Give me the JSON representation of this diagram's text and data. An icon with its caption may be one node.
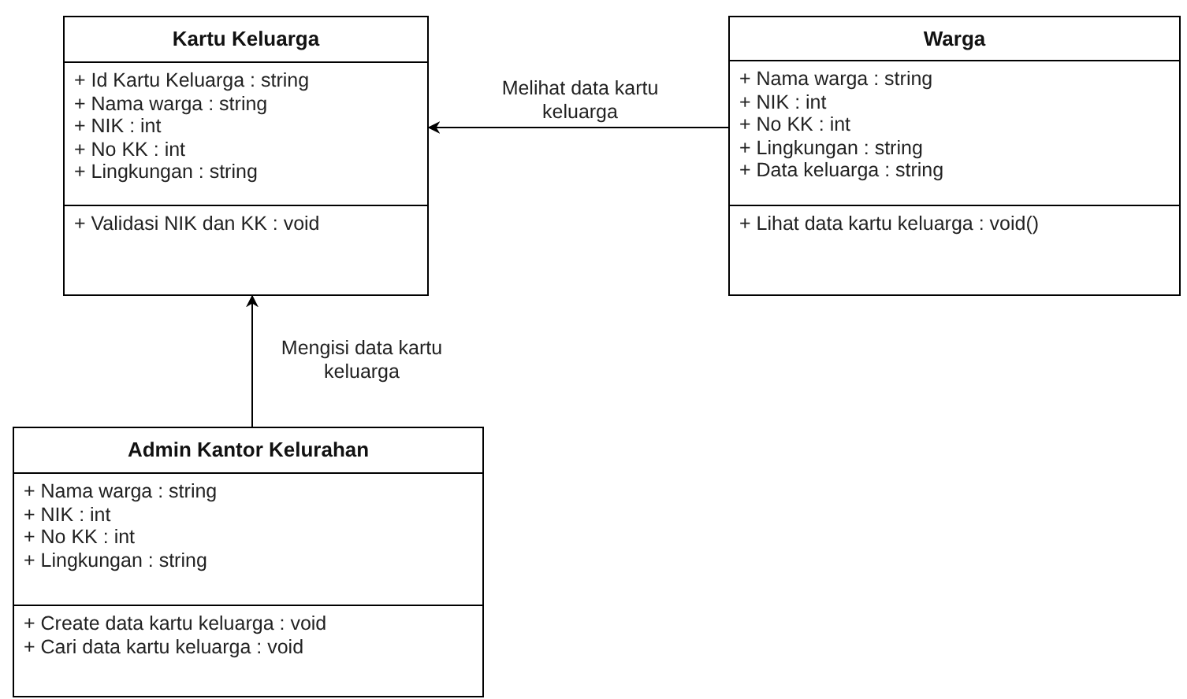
{
  "diagram": {
    "nodes": [
      {
        "text": [
          "Kartu Keluarga"
        ]
      },
      {
        "text": [
          "+ Id Kartu Keluarga : string",
          "+ Nama warga : string",
          "+ NIK : int",
          "+ No KK : int",
          "+ Lingkungan : string"
        ],
        "in": 0
      },
      {
        "text": [
          "+ Validasi NIK dan KK : void"
        ],
        "in": 0
      },
      {
        "text": [
          "Warga"
        ]
      },
      {
        "text": [
          "+ Nama warga : string",
          "+ NIK : int",
          "+ No KK : int",
          "+ Lingkungan : string",
          "+ Data keluarga : string"
        ],
        "in": 3
      },
      {
        "text": [
          "+ Lihat data kartu keluarga : void()"
        ],
        "in": 3
      },
      {
        "text": [
          "Admin Kantor Kelurahan"
        ]
      },
      {
        "text": [
          "+ Nama warga : string",
          "+ NIK : int",
          "+ No KK : int",
          "+ Lingkungan : string"
        ],
        "in": 6
      },
      {
        "text": [
          "+ Create data kartu keluarga : void",
          "+ Cari data kartu keluarga : void"
        ],
        "in": 6
      }
    ],
    "edges": [
      {
        "from": 3,
        "to": 0,
        "arrow": "to",
        "label": "Melihat data kartu keluarga"
      },
      {
        "from": 6,
        "to": 0,
        "arrow": "to",
        "label": "Mengisi data kartu keluarga"
      }
    ]
  }
}
